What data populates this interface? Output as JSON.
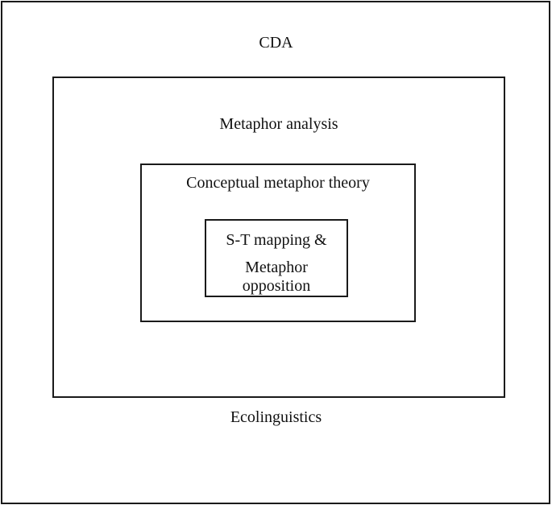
{
  "diagram": {
    "outer_top_label": "CDA",
    "outer_bottom_label": "Ecolinguistics",
    "metaphor_analysis_label": "Metaphor analysis",
    "conceptual_metaphor_label": "Conceptual metaphor theory",
    "core_label_line1": "S-T mapping &",
    "core_label_line2": "Metaphor",
    "core_label_line3": "opposition"
  }
}
